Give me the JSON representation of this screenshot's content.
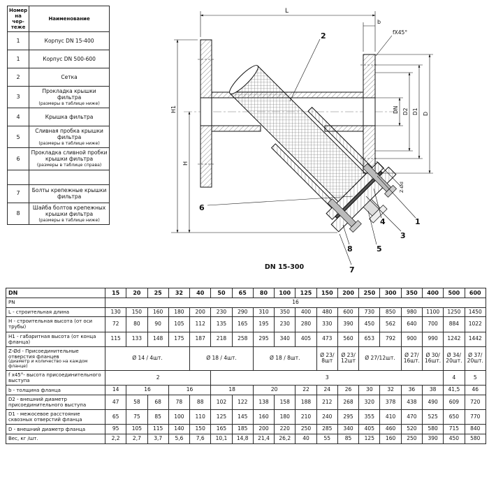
{
  "parts_table": {
    "headers": [
      "Номер на чер-теже",
      "Наименование"
    ],
    "rows": [
      {
        "num": "1",
        "name": "Корпус DN 15-400"
      },
      {
        "num": "1",
        "name": "Корпус DN 500-600"
      },
      {
        "num": "2",
        "name": "Сетка"
      },
      {
        "num": "3",
        "name": "Прокладка крышки фильтра",
        "note": "(размеры в таблице ниже)"
      },
      {
        "num": "4",
        "name": "Крышка фильтра"
      },
      {
        "num": "5",
        "name": "Сливная пробка крышки фильтра",
        "note": "(размеры в таблице ниже)"
      },
      {
        "num": "6",
        "name": "Прокладка сливной пробки крышки фильтра",
        "note": "(размеры в таблице справа)"
      },
      {
        "num": "",
        "name": "",
        "spacer": true
      },
      {
        "num": "7",
        "name": "Болты крепежные крышки фильтра"
      },
      {
        "num": "8",
        "name": "Шайба болтов крепежных крышки фильтра",
        "note": "(размеры в таблице ниже)"
      }
    ]
  },
  "drawing": {
    "caption": "DN 15-300",
    "labels": {
      "L": "L",
      "b": "b",
      "chamfer": "fX45°",
      "DN": "DN",
      "D2": "D2",
      "D1": "D1",
      "D": "D",
      "H": "H",
      "H1": "H1",
      "Z": "Z-Ød"
    },
    "callouts": [
      "1",
      "2",
      "3",
      "4",
      "5",
      "6",
      "7",
      "8"
    ]
  },
  "dims_table": {
    "corner_label": "DN",
    "dn": [
      "15",
      "20",
      "25",
      "32",
      "40",
      "50",
      "65",
      "80",
      "100",
      "125",
      "150",
      "200",
      "250",
      "300",
      "350",
      "400",
      "500",
      "600"
    ],
    "rows": [
      {
        "key": "pn",
        "label": "PN",
        "cells": [
          {
            "v": "16",
            "span": 18
          }
        ]
      },
      {
        "key": "l",
        "label": "L - строительная длина",
        "values": [
          "130",
          "150",
          "160",
          "180",
          "200",
          "230",
          "290",
          "310",
          "350",
          "400",
          "480",
          "600",
          "730",
          "850",
          "980",
          "1100",
          "1250",
          "1450"
        ]
      },
      {
        "key": "h",
        "label": "H - строительная высота (от оси трубы)",
        "values": [
          "72",
          "80",
          "90",
          "105",
          "112",
          "135",
          "165",
          "195",
          "230",
          "280",
          "330",
          "390",
          "450",
          "562",
          "640",
          "700",
          "884",
          "1022"
        ]
      },
      {
        "key": "h1",
        "label": "H1 - габаритная высота (от конца фланца)",
        "values": [
          "115",
          "133",
          "148",
          "175",
          "187",
          "218",
          "258",
          "295",
          "340",
          "405",
          "473",
          "560",
          "653",
          "792",
          "900",
          "990",
          "1242",
          "1442"
        ]
      },
      {
        "key": "z",
        "label": "Z-Ød - Присоединительные отверстия фланцев",
        "sub": "(диаметр и количество на каждом фланце)",
        "cells": [
          {
            "v": "Ø 14 / 4шт.",
            "span": 4
          },
          {
            "v": "Ø 18 / 4шт.",
            "span": 3
          },
          {
            "v": "Ø 18 / 8шт.",
            "span": 3
          },
          {
            "v": "Ø 23/ 8шт",
            "span": 1
          },
          {
            "v": "Ø 23/ 12шт",
            "span": 1
          },
          {
            "v": "Ø 27/12шт.",
            "span": 2
          },
          {
            "v": "Ø 27/ 16шт.",
            "span": 1
          },
          {
            "v": "Ø 30/ 16шт.",
            "span": 1
          },
          {
            "v": "Ø 34/ 20шт.",
            "span": 1
          },
          {
            "v": "Ø 37/ 20шт.",
            "span": 1
          }
        ]
      },
      {
        "key": "f",
        "label": "f x45°- высота присоединительного выступа",
        "cells": [
          {
            "v": "2",
            "span": 5
          },
          {
            "v": "3",
            "span": 11
          },
          {
            "v": "4",
            "span": 1
          },
          {
            "v": "5",
            "span": 1
          }
        ]
      },
      {
        "key": "b",
        "label": "b - толщина фланца",
        "cells": [
          {
            "v": "14",
            "span": 1
          },
          {
            "v": "16",
            "span": 2
          },
          {
            "v": "16",
            "span": 2
          },
          {
            "v": "18",
            "span": 2
          },
          {
            "v": "20",
            "span": 2
          },
          {
            "v": "22",
            "span": 1
          },
          {
            "v": "24",
            "span": 1
          },
          {
            "v": "26",
            "span": 1
          },
          {
            "v": "30",
            "span": 1
          },
          {
            "v": "32",
            "span": 1
          },
          {
            "v": "36",
            "span": 1
          },
          {
            "v": "38",
            "span": 1
          },
          {
            "v": "41,5",
            "span": 1
          },
          {
            "v": "46",
            "span": 1
          }
        ]
      },
      {
        "key": "d2",
        "label": "D2 - внешний диаметр присоединительного выступа",
        "values": [
          "47",
          "58",
          "68",
          "78",
          "88",
          "102",
          "122",
          "138",
          "158",
          "188",
          "212",
          "268",
          "320",
          "378",
          "438",
          "490",
          "609",
          "720"
        ]
      },
      {
        "key": "d1",
        "label": "D1 - межосевое расстояние сквозных отверстий фланца",
        "values": [
          "65",
          "75",
          "85",
          "100",
          "110",
          "125",
          "145",
          "160",
          "180",
          "210",
          "240",
          "295",
          "355",
          "410",
          "470",
          "525",
          "650",
          "770"
        ]
      },
      {
        "key": "d",
        "label": "D - внешний диаметр фланца",
        "values": [
          "95",
          "105",
          "115",
          "140",
          "150",
          "165",
          "185",
          "200",
          "220",
          "250",
          "285",
          "340",
          "405",
          "460",
          "520",
          "580",
          "715",
          "840"
        ]
      },
      {
        "key": "ves",
        "label": "Вес, кг /шт.",
        "values": [
          "2,2",
          "2,7",
          "3,7",
          "5,6",
          "7,6",
          "10,1",
          "14,8",
          "21,4",
          "26,2",
          "40",
          "55",
          "85",
          "125",
          "160",
          "250",
          "390",
          "450",
          "580"
        ]
      }
    ]
  }
}
